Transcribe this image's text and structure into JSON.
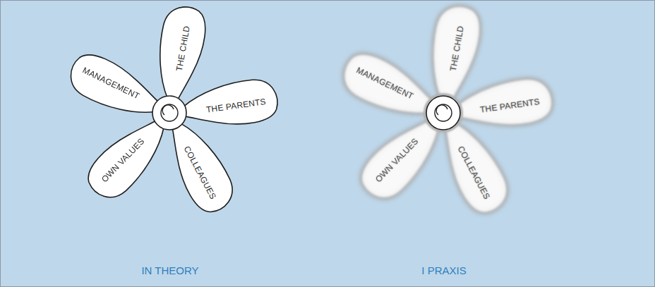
{
  "diagram": {
    "nodes": [
      {
        "text": [
          "THE CHILD"
        ]
      },
      {
        "text": [
          "THE PARENTS"
        ]
      },
      {
        "text": [
          "COLLEAGUES"
        ]
      },
      {
        "text": [
          "OWN VALUES"
        ]
      },
      {
        "text": [
          "MANAGEMENT"
        ]
      },
      {
        "text": [
          "THE CHILD"
        ]
      },
      {
        "text": [
          "THE PARENTS"
        ]
      },
      {
        "text": [
          "COLLEAGUES"
        ]
      },
      {
        "text": [
          "OWN VALUES"
        ]
      },
      {
        "text": [
          "MANAGEMENT"
        ]
      }
    ],
    "labels": [
      "IN THEORY",
      "I PRAXIS"
    ]
  }
}
